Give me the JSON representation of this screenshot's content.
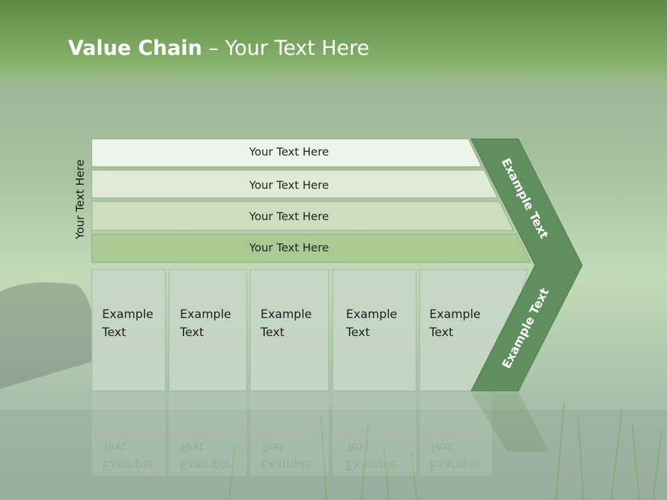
{
  "header": {
    "title_bold": "Value Chain",
    "title_rest": " – Your Text Here"
  },
  "side_label": "Your Text Here",
  "rows": [
    {
      "label": "Your Text Here"
    },
    {
      "label": "Your Text Here"
    },
    {
      "label": "Your Text Here"
    },
    {
      "label": "Your Text Here"
    }
  ],
  "columns": [
    {
      "line1": "Example",
      "line2": "Text"
    },
    {
      "line1": "Example",
      "line2": "Text"
    },
    {
      "line1": "Example",
      "line2": "Text"
    },
    {
      "line1": "Example",
      "line2": "Text"
    },
    {
      "line1": "Example",
      "line2": "Text"
    }
  ],
  "chevron": {
    "upper_label": "Example Text",
    "lower_label": "Example Text"
  },
  "colors": {
    "header_green": "#6b9a4e",
    "chevron_fill": "#5e8f5c",
    "row_fills": [
      "#eef4ea",
      "#dfebd7",
      "#cbdfbf",
      "#a9cb93"
    ],
    "column_fill": "#c6d8c6"
  }
}
